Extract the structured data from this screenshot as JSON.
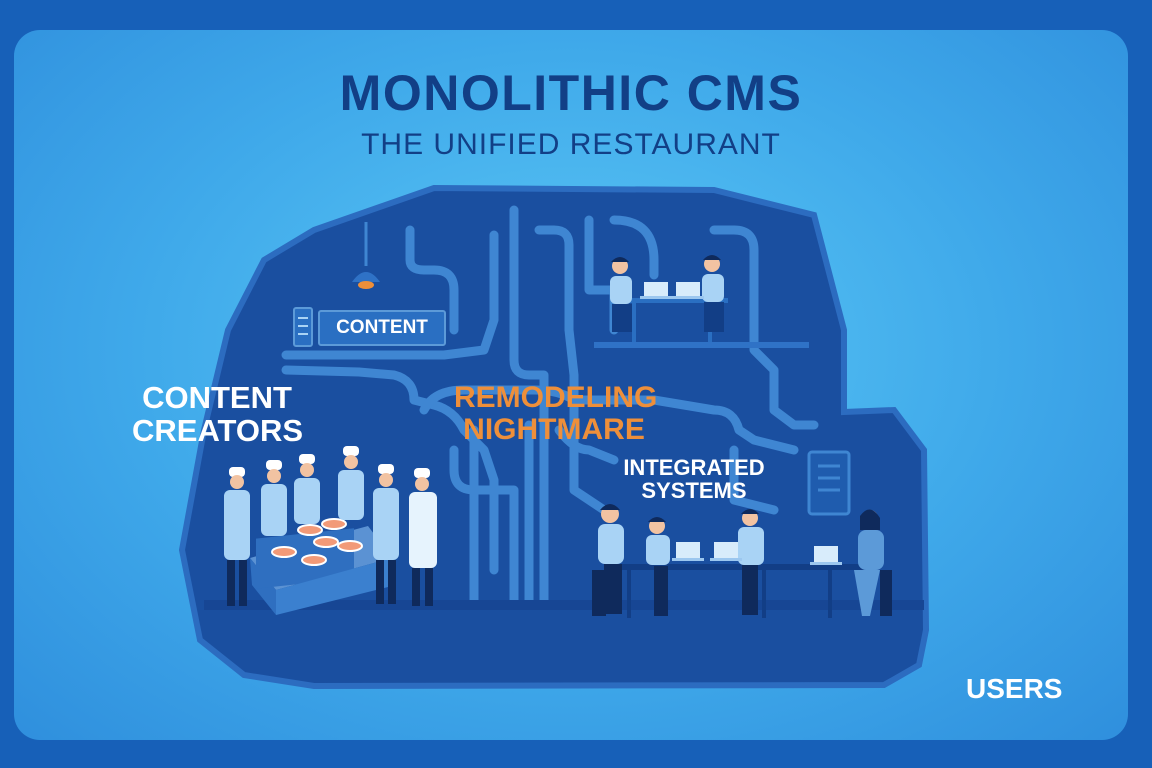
{
  "header": {
    "title": "MONOLITHIC CMS",
    "subtitle": "THE UNIFIED RESTAURANT"
  },
  "labels": {
    "content_sign": "CONTENT",
    "content_creators": "CONTENT CREATORS",
    "remodeling_nightmare": "REMODELING NIGHTMARE",
    "integrated_systems": "INTEGRATED SYSTEMS",
    "users": "USERS"
  },
  "icons": [
    "hanging-lamp-icon",
    "wall-panel-icon",
    "chef-icon",
    "office-worker-icon",
    "laptop-icon",
    "pizza-icon"
  ],
  "colors": {
    "outer_background": "#1760b8",
    "frame_light": "#5cc8f5",
    "building_dark": "#1a4fa0",
    "pipe": "#3f86d2",
    "title_text": "#123f86",
    "highlight_orange": "#ee8f3a",
    "white_text": "#ffffff"
  }
}
